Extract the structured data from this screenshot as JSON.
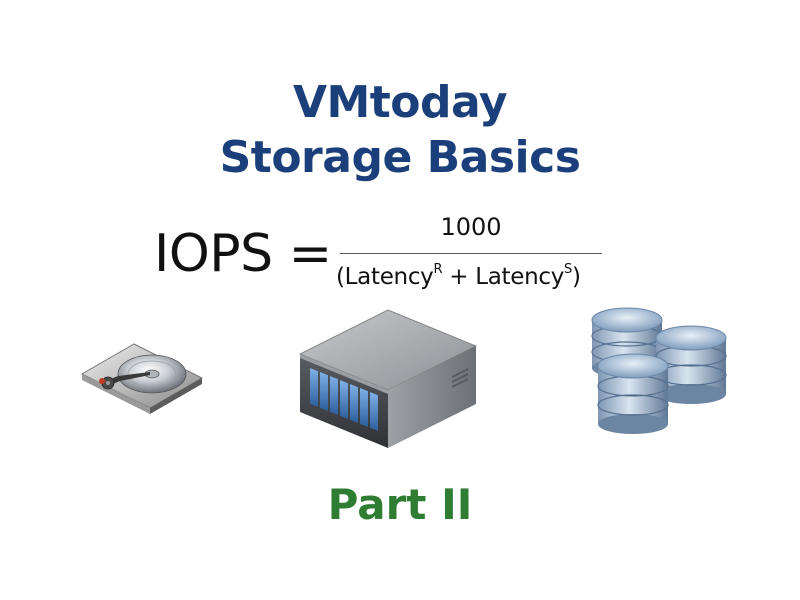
{
  "title": {
    "line1": "VMtoday",
    "line2": "Storage Basics"
  },
  "formula": {
    "lhs": "IOPS =",
    "numerator": "1000",
    "denominator": {
      "open": "(Latency",
      "sup1": "R",
      "middle": " + Latency",
      "sup2": "S",
      "close": ")"
    }
  },
  "illustrations": {
    "left": "hard-drive-icon",
    "center": "storage-array-icon",
    "right": "database-icon"
  },
  "colors": {
    "title": "#1b3f7a",
    "part": "#2e7d32",
    "text": "#111111"
  },
  "part_label": "Part II"
}
